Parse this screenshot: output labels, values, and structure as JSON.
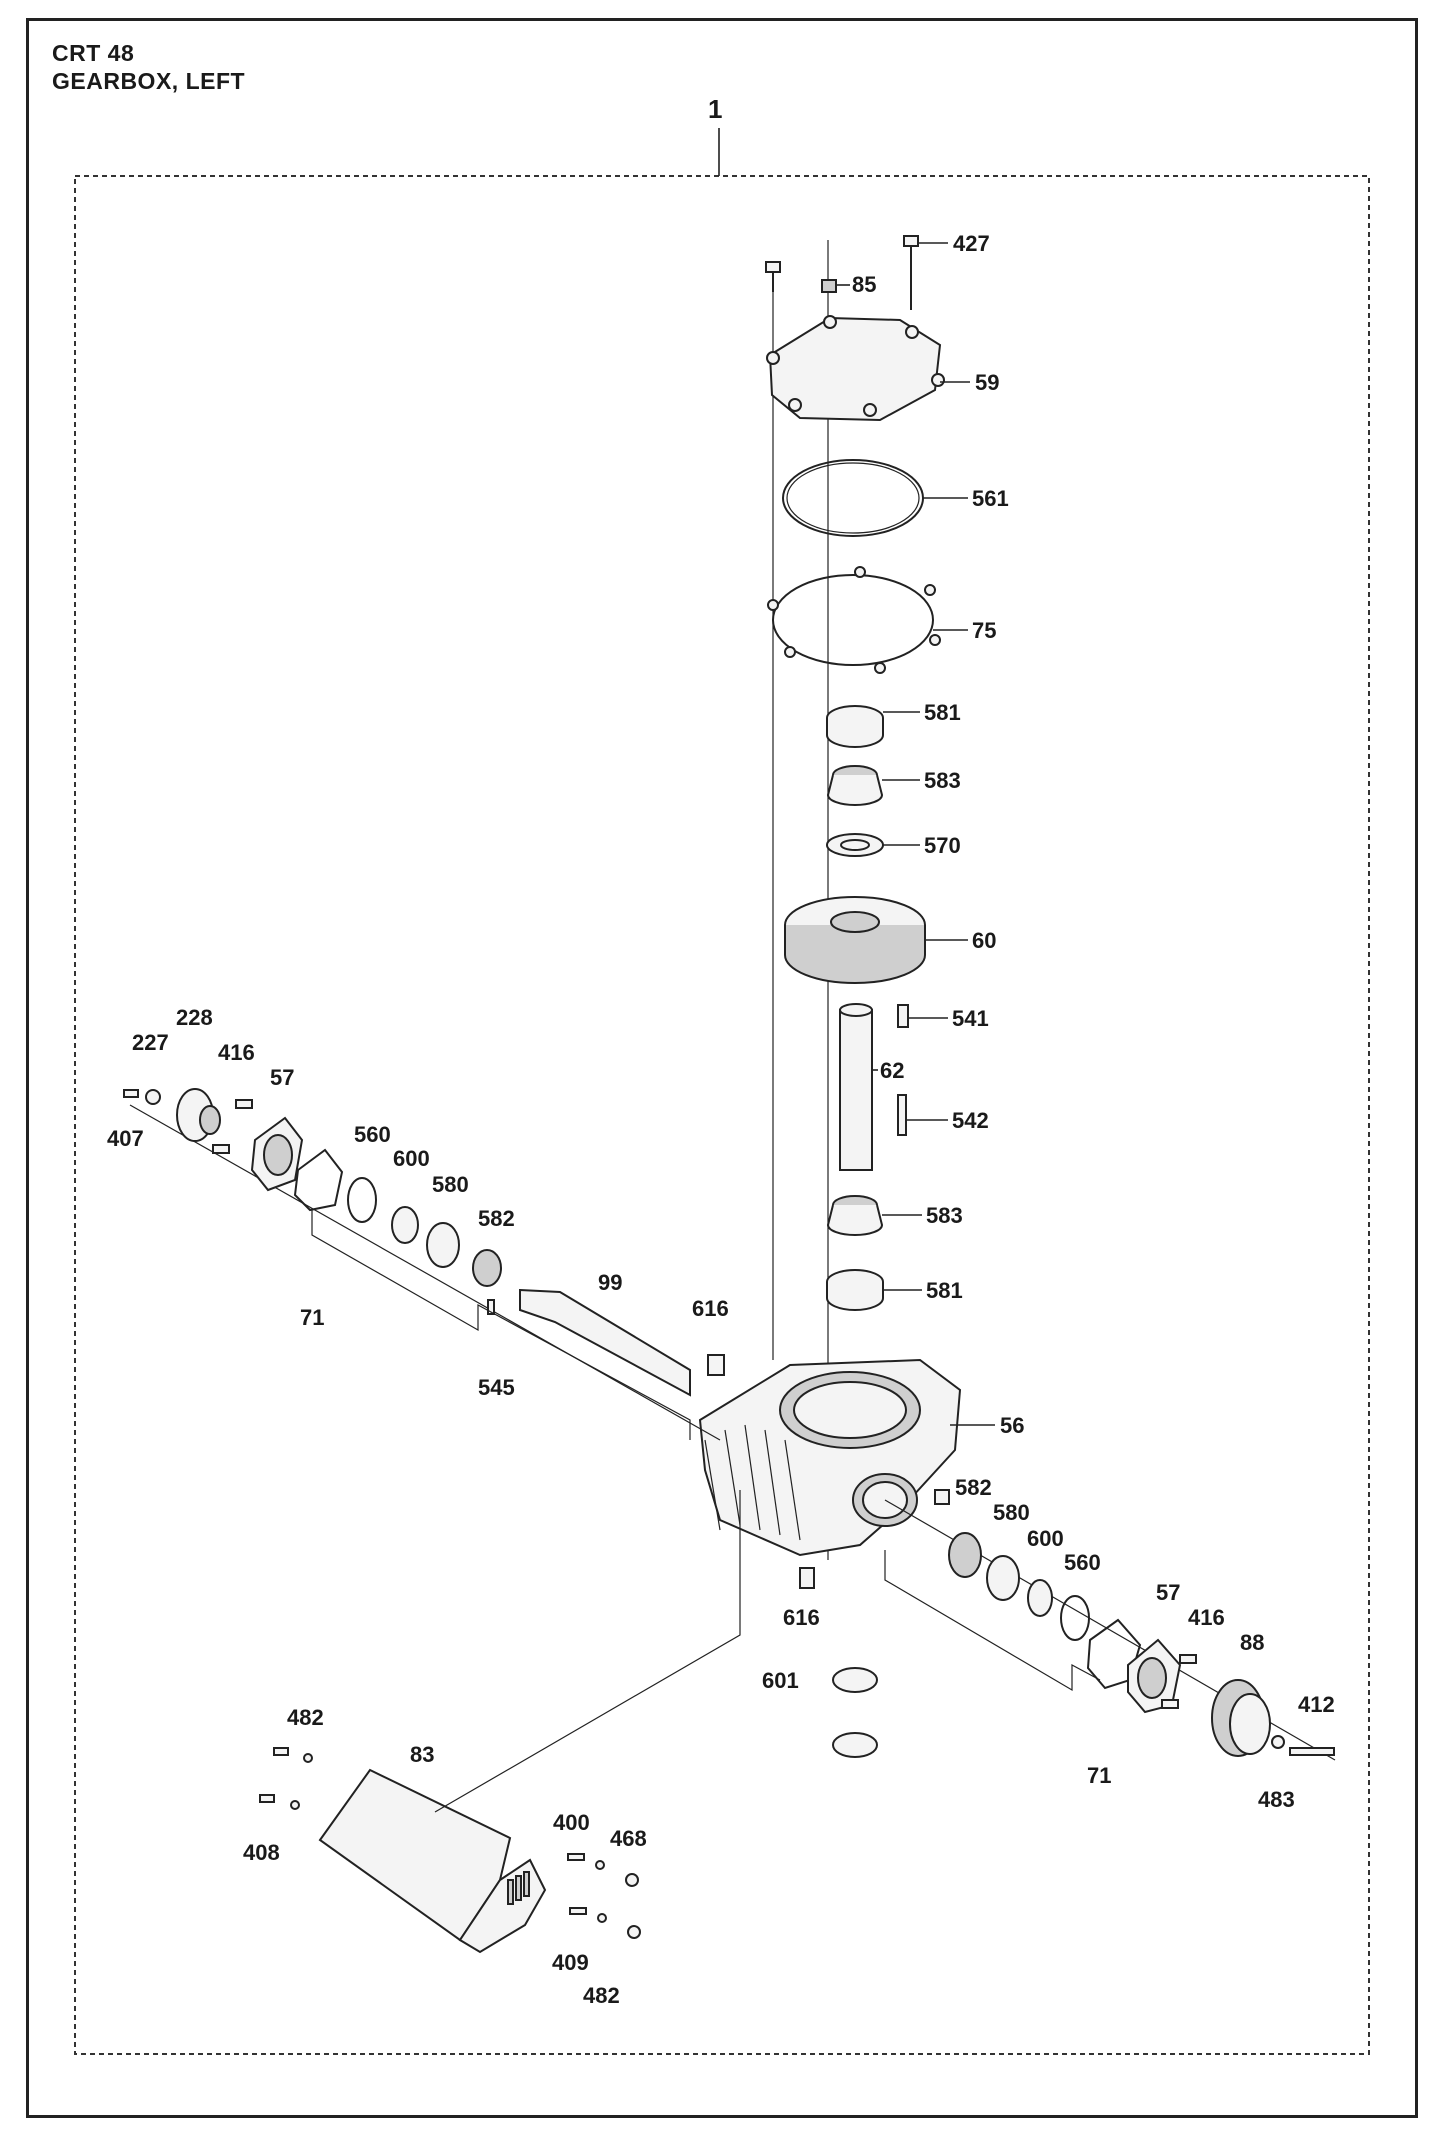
{
  "header": {
    "model": "CRT 48",
    "title": "GEARBOX, LEFT",
    "assembly_number": "1"
  },
  "callouts": [
    {
      "id": "427",
      "label": "427"
    },
    {
      "id": "85",
      "label": "85"
    },
    {
      "id": "59",
      "label": "59"
    },
    {
      "id": "561",
      "label": "561"
    },
    {
      "id": "75",
      "label": "75"
    },
    {
      "id": "581a",
      "label": "581"
    },
    {
      "id": "583a",
      "label": "583"
    },
    {
      "id": "570",
      "label": "570"
    },
    {
      "id": "60",
      "label": "60"
    },
    {
      "id": "541",
      "label": "541"
    },
    {
      "id": "62",
      "label": "62"
    },
    {
      "id": "542",
      "label": "542"
    },
    {
      "id": "583b",
      "label": "583"
    },
    {
      "id": "581b",
      "label": "581"
    },
    {
      "id": "228",
      "label": "228"
    },
    {
      "id": "227",
      "label": "227"
    },
    {
      "id": "416a",
      "label": "416"
    },
    {
      "id": "57a",
      "label": "57"
    },
    {
      "id": "407",
      "label": "407"
    },
    {
      "id": "560a",
      "label": "560"
    },
    {
      "id": "600a",
      "label": "600"
    },
    {
      "id": "580a",
      "label": "580"
    },
    {
      "id": "582a",
      "label": "582"
    },
    {
      "id": "71a",
      "label": "71"
    },
    {
      "id": "99",
      "label": "99"
    },
    {
      "id": "616a",
      "label": "616"
    },
    {
      "id": "545",
      "label": "545"
    },
    {
      "id": "56",
      "label": "56"
    },
    {
      "id": "582b",
      "label": "582"
    },
    {
      "id": "580b",
      "label": "580"
    },
    {
      "id": "600b",
      "label": "600"
    },
    {
      "id": "560b",
      "label": "560"
    },
    {
      "id": "57b",
      "label": "57"
    },
    {
      "id": "416b",
      "label": "416"
    },
    {
      "id": "88",
      "label": "88"
    },
    {
      "id": "616b",
      "label": "616"
    },
    {
      "id": "601",
      "label": "601"
    },
    {
      "id": "412",
      "label": "412"
    },
    {
      "id": "71b",
      "label": "71"
    },
    {
      "id": "483",
      "label": "483"
    },
    {
      "id": "482a",
      "label": "482"
    },
    {
      "id": "83",
      "label": "83"
    },
    {
      "id": "400",
      "label": "400"
    },
    {
      "id": "468",
      "label": "468"
    },
    {
      "id": "408",
      "label": "408"
    },
    {
      "id": "409",
      "label": "409"
    },
    {
      "id": "482b",
      "label": "482"
    }
  ]
}
